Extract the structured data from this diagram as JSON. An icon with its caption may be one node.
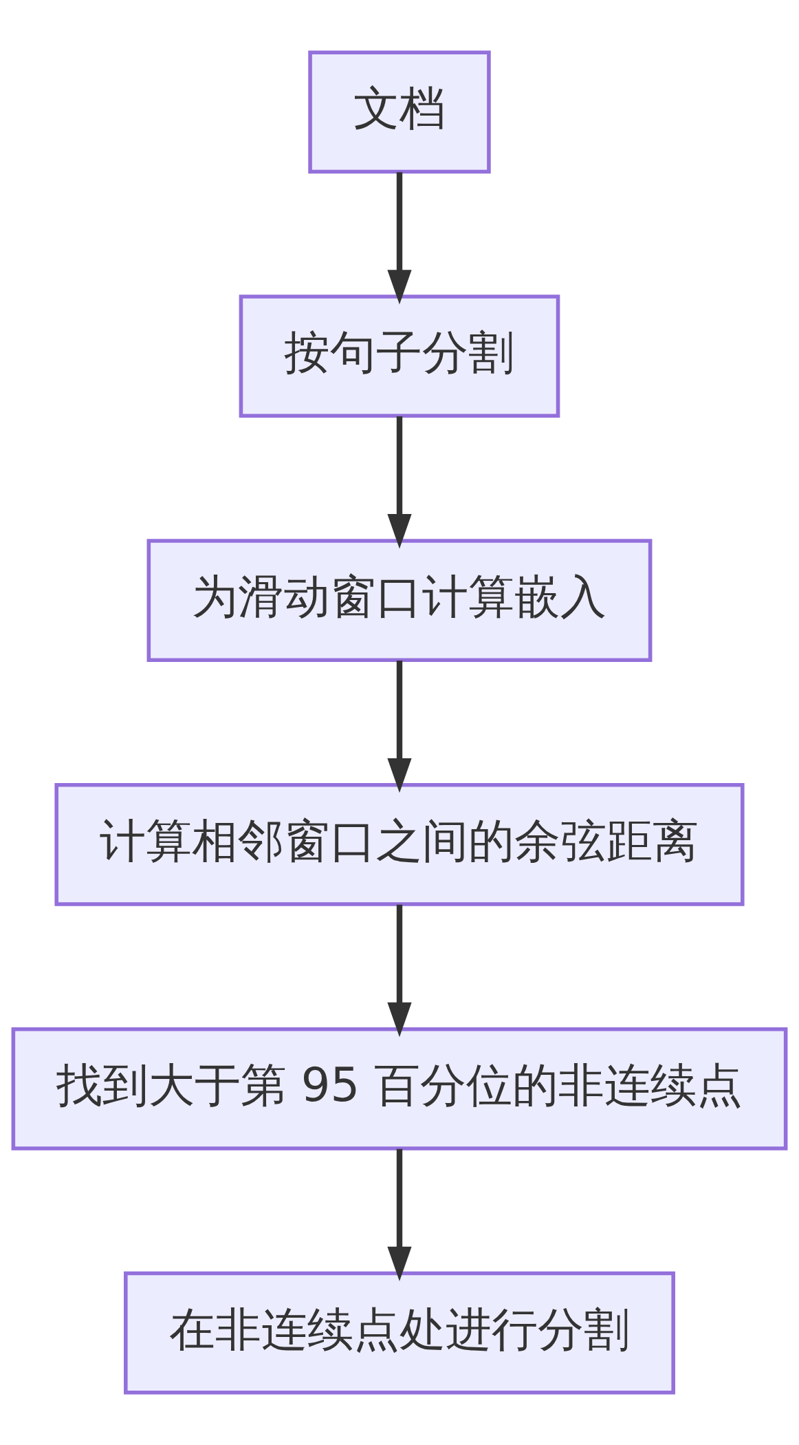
{
  "diagram": {
    "nodes": [
      {
        "text": [
          "文档"
        ]
      },
      {
        "text": [
          "按句子分割"
        ]
      },
      {
        "text": [
          "为滑动窗口计算嵌入"
        ]
      },
      {
        "text": [
          "计算相邻窗口之间的余弦距离"
        ]
      },
      {
        "text": [
          "找到大于第 95 百分位的非连续点"
        ]
      },
      {
        "text": [
          "在非连续点处进行分割"
        ]
      }
    ],
    "edges": [
      {
        "from": 0,
        "to": 1,
        "arrow": "to"
      },
      {
        "from": 1,
        "to": 2,
        "arrow": "to"
      },
      {
        "from": 2,
        "to": 3,
        "arrow": "to"
      },
      {
        "from": 3,
        "to": 4,
        "arrow": "to"
      },
      {
        "from": 4,
        "to": 5,
        "arrow": "to"
      }
    ]
  }
}
